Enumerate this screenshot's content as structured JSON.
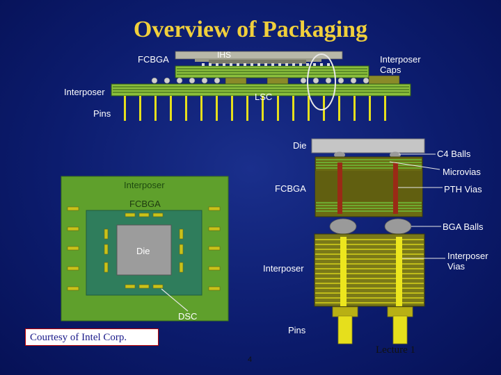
{
  "slide": {
    "title": "Overview of Packaging",
    "credit": "Courtesy of Intel Corp.",
    "lecture": "Lecture 1",
    "page_number": "4"
  },
  "top_cross_section": {
    "labels": {
      "fcbga": "FCBGA",
      "ihs": "IHS",
      "interposer_caps": "Interposer Caps",
      "interposer": "Interposer",
      "lsc": "LSC",
      "pins": "Pins"
    }
  },
  "top_view": {
    "labels": {
      "interposer": "Interposer",
      "fcbga": "FCBGA",
      "die": "Die",
      "dsc": "DSC"
    }
  },
  "detail_section": {
    "labels": {
      "die": "Die",
      "c4_balls": "C4 Balls",
      "microvias": "Microvias",
      "fcbga": "FCBGA",
      "pth_vias": "PTH Vias",
      "bga_balls": "BGA Balls",
      "interposer_vias": "Interposer Vias",
      "interposer": "Interposer",
      "pins": "Pins"
    }
  },
  "colors": {
    "background": "#0c1c6e",
    "title": "#f0cf3c",
    "olive_board": "#6b6a12",
    "green_board": "#5a9a2a",
    "yellow_pin": "#e6df1c"
  }
}
